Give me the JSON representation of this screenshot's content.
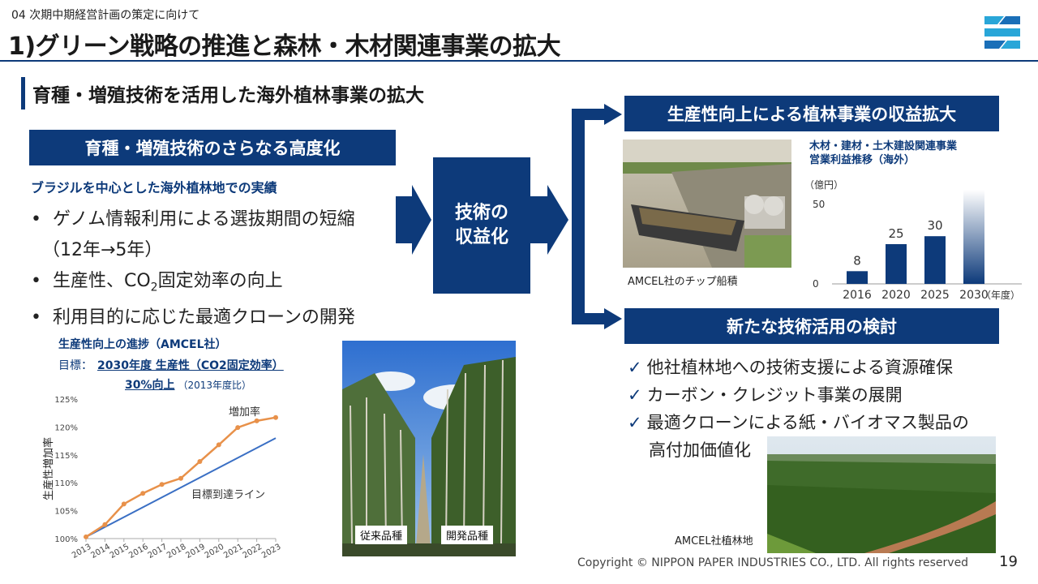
{
  "header": {
    "section": "04  次期中期経営計画の策定に向けて",
    "title": "1)グリーン戦略の推進と森林・木材関連事業の拡大"
  },
  "subheading": "育種・増殖技術を活用した海外植林事業の拡大",
  "left_box": {
    "heading": "育種・増殖技術のさらなる高度化",
    "blue_subtitle": "ブラジルを中心とした海外植林地での実績",
    "bullet1": "ゲノム情報利用による選抜期間の短縮",
    "bullet1_cont": "（12年→5年）",
    "bullet2_pre": "生産性、CO",
    "bullet2_sub": "2",
    "bullet2_post": "固定効率の向上",
    "bullet3": "利用目的に応じた最適クローンの開発"
  },
  "center_box": {
    "line1": "技術の",
    "line2": "収益化"
  },
  "right_top": {
    "heading": "生産性向上による植林事業の収益拡大",
    "photo_caption": "AMCEL社のチップ船積",
    "chart_title1": "木材・建材・土木建設関連事業",
    "chart_title2": "営業利益推移（海外）",
    "unit": "（億円）",
    "x_unit": "（年度）"
  },
  "right_bottom": {
    "heading": "新たな技術活用の検討",
    "check1": "他社植林地への技術支援による資源確保",
    "check2": "カーボン・クレジット事業の展開",
    "check3a": "最適クローンによる紙・バイオマス製品の",
    "check3b": "高付加価値化",
    "photo_caption": "AMCEL社植林地"
  },
  "progress": {
    "title": "生産性向上の進捗（AMCEL社）",
    "target_label": "目標：",
    "target_line1": "2030年度 生産性（CO2固定効率）",
    "target_line2": "30%向上",
    "target_note": "（2013年度比）"
  },
  "forest_photo": {
    "left_caption": "従来品種",
    "right_caption": "開発品種"
  },
  "footer": {
    "copyright": "Copyright © NIPPON PAPER INDUSTRIES CO., LTD. All rights reserved",
    "page": "19"
  },
  "colors": {
    "navy": "#0d3a7a",
    "orange": "#e8914a",
    "line_blue": "#3a6fc4"
  },
  "chart_data": [
    {
      "type": "bar",
      "title": "木材・建材・土木建設関連事業 営業利益推移（海外）",
      "ylabel": "（億円）",
      "xlabel": "（年度）",
      "categories": [
        "2016",
        "2020",
        "2025",
        "2030"
      ],
      "values": [
        8,
        25,
        30,
        null
      ],
      "value_labels": [
        "8",
        "25",
        "30",
        ""
      ],
      "y_ticks": [
        "0",
        "50"
      ],
      "ylim": [
        0,
        50
      ],
      "notes": "2030 bar shown as gradient fading upward (target, no value)"
    },
    {
      "type": "line",
      "ylabel": "生産性増加率",
      "x": [
        "2013",
        "2014",
        "2015",
        "2016",
        "2017",
        "2018",
        "2019",
        "2020",
        "2021",
        "2022",
        "2023"
      ],
      "y_ticks": [
        "100%",
        "105%",
        "110%",
        "115%",
        "120%",
        "125%"
      ],
      "ylim": [
        100,
        125
      ],
      "series": [
        {
          "name": "増加率",
          "values": [
            100.3,
            102.5,
            106.2,
            108.1,
            109.7,
            110.8,
            113.8,
            116.8,
            119.9,
            121.1,
            121.7
          ]
        },
        {
          "name": "目標到達ライン",
          "values": [
            100.3,
            null,
            null,
            null,
            null,
            null,
            null,
            null,
            null,
            null,
            118.0
          ]
        }
      ]
    }
  ]
}
